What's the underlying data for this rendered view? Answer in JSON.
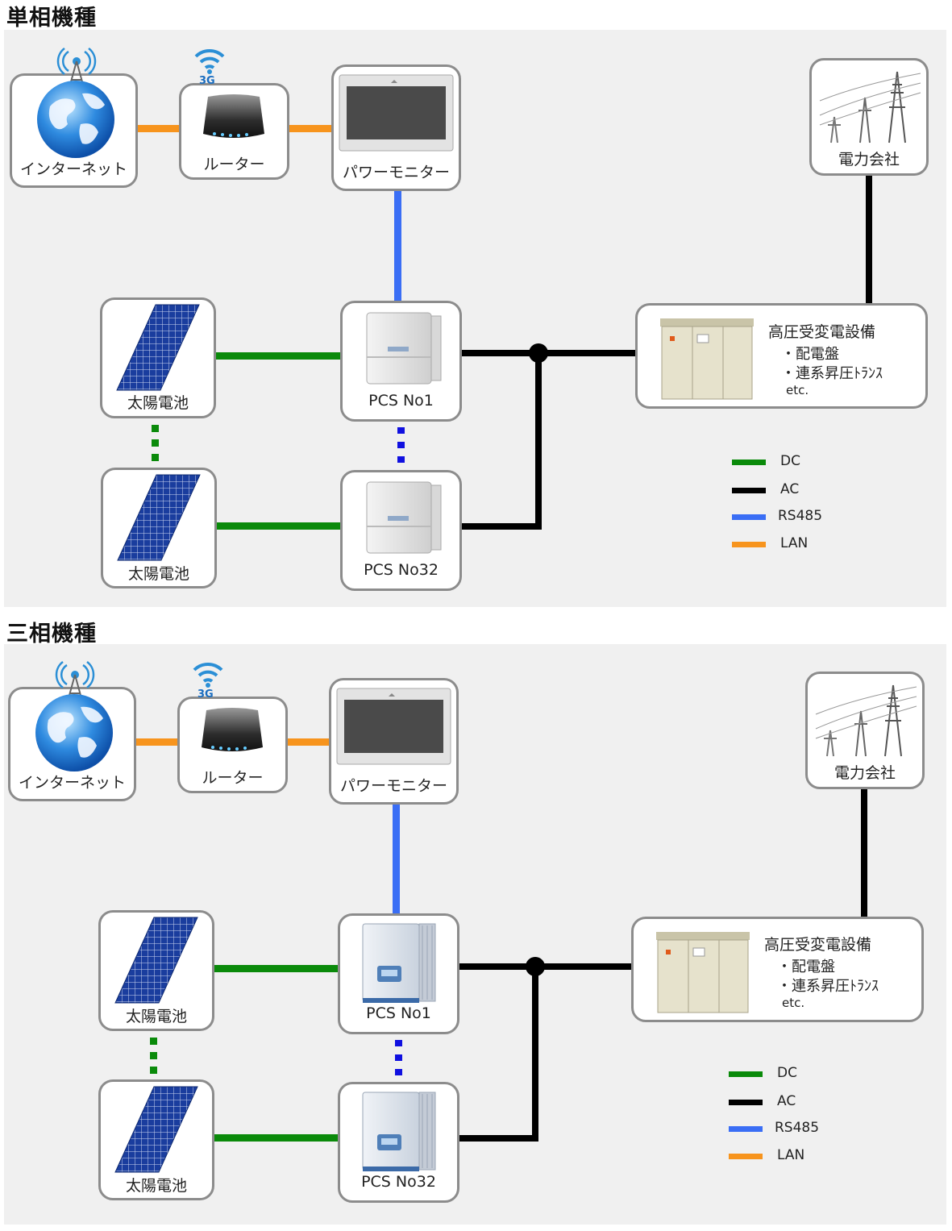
{
  "sections": [
    {
      "title": "単相機種",
      "internet": "インターネット",
      "router": "ルーター",
      "router_badge": "3G",
      "power_monitor": "パワーモニター",
      "utility": "電力会社",
      "solar_top": "太陽電池",
      "solar_bottom": "太陽電池",
      "pcs_top": "PCS No1",
      "pcs_bottom": "PCS No32",
      "substation": {
        "title": "高圧受変電設備",
        "item1": "・配電盤",
        "item2": "・連系昇圧ﾄﾗﾝｽ",
        "etc": "etc."
      },
      "pcs_style": "single"
    },
    {
      "title": "三相機種",
      "internet": "インターネット",
      "router": "ルーター",
      "router_badge": "3G",
      "power_monitor": "パワーモニター",
      "utility": "電力会社",
      "solar_top": "太陽電池",
      "solar_bottom": "太陽電池",
      "pcs_top": "PCS No1",
      "pcs_bottom": "PCS No32",
      "substation": {
        "title": "高圧受変電設備",
        "item1": "・配電盤",
        "item2": "・連系昇圧ﾄﾗﾝｽ",
        "etc": "etc."
      },
      "pcs_style": "three"
    }
  ],
  "legend": [
    {
      "label": "DC",
      "color": "#0a8a0a"
    },
    {
      "label": "AC",
      "color": "#000000"
    },
    {
      "label": "RS485",
      "color": "#3a6ef5"
    },
    {
      "label": "LAN",
      "color": "#f7941d"
    }
  ],
  "colors": {
    "dc": "#0a8a0a",
    "ac": "#000000",
    "rs485": "#3a6ef5",
    "lan": "#f7941d",
    "pcs_link_dots": "#1010e0"
  }
}
